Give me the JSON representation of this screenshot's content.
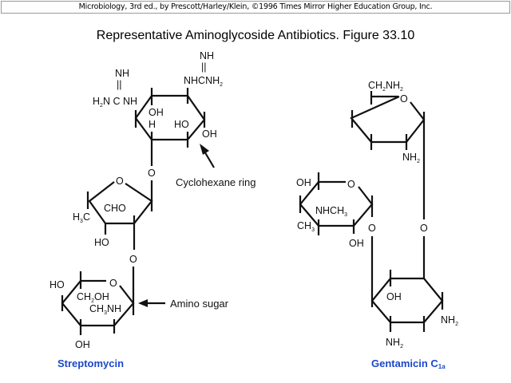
{
  "header": {
    "credit": "Microbiology, 3rd ed., by Prescott/Harley/Klein, ©1996 Times Mirror Higher Education Group, Inc."
  },
  "title": "Representative Aminoglycoside Antibiotics.  Figure 33.10",
  "streptomycin": {
    "name": "Streptomycin",
    "cyclohexane_ring": {
      "groups": {
        "left_nh": "NH",
        "left_eq": "||",
        "left_h2n_c_nh": [
          "H",
          "2",
          "N C NH"
        ],
        "right_nh": "NH",
        "right_eq": "||",
        "right_nhcnh2": [
          "NHCNH",
          "2"
        ],
        "oh_inner": "OH",
        "h_inner": "H",
        "ho_inner": "HO",
        "oh_right": "OH"
      },
      "annotation": "Cyclohexane ring"
    },
    "glycosidic_o_1": "O",
    "pentose_ring": {
      "ring_o": "O",
      "cho": "CHO",
      "h3c": [
        "H",
        "3",
        "C"
      ],
      "ho": "HO"
    },
    "glycosidic_o_2": "O",
    "amino_sugar_ring": {
      "ho": "HO",
      "ring_o": "O",
      "ch2oh": [
        "CH",
        "2",
        "OH"
      ],
      "ch3nh": [
        "CH",
        "3",
        "NH"
      ],
      "oh": "OH",
      "annotation": "Amino sugar"
    }
  },
  "gentamicin": {
    "name": "Gentamicin C",
    "name_sub": "1a",
    "top_ring": {
      "ch2nh2": [
        "CH",
        "2",
        "NH",
        "2"
      ],
      "ring_o": "O",
      "nh2": [
        "NH",
        "2"
      ]
    },
    "left_ring": {
      "oh_top": "OH",
      "ring_o": "O",
      "nhch3": [
        "NHCH",
        "3"
      ],
      "ch3": [
        "CH",
        "3"
      ],
      "oh_bottom": "OH"
    },
    "glycosidic_o_left": "O",
    "glycosidic_o_right": "O",
    "bottom_ring": {
      "oh": "OH",
      "nh2_right": [
        "NH",
        "2"
      ],
      "nh2_bottom": [
        "NH",
        "2"
      ]
    }
  },
  "colors": {
    "compound_name": "#1d47c9",
    "bonds": "#111111",
    "header_border": "#9a9a9a"
  }
}
